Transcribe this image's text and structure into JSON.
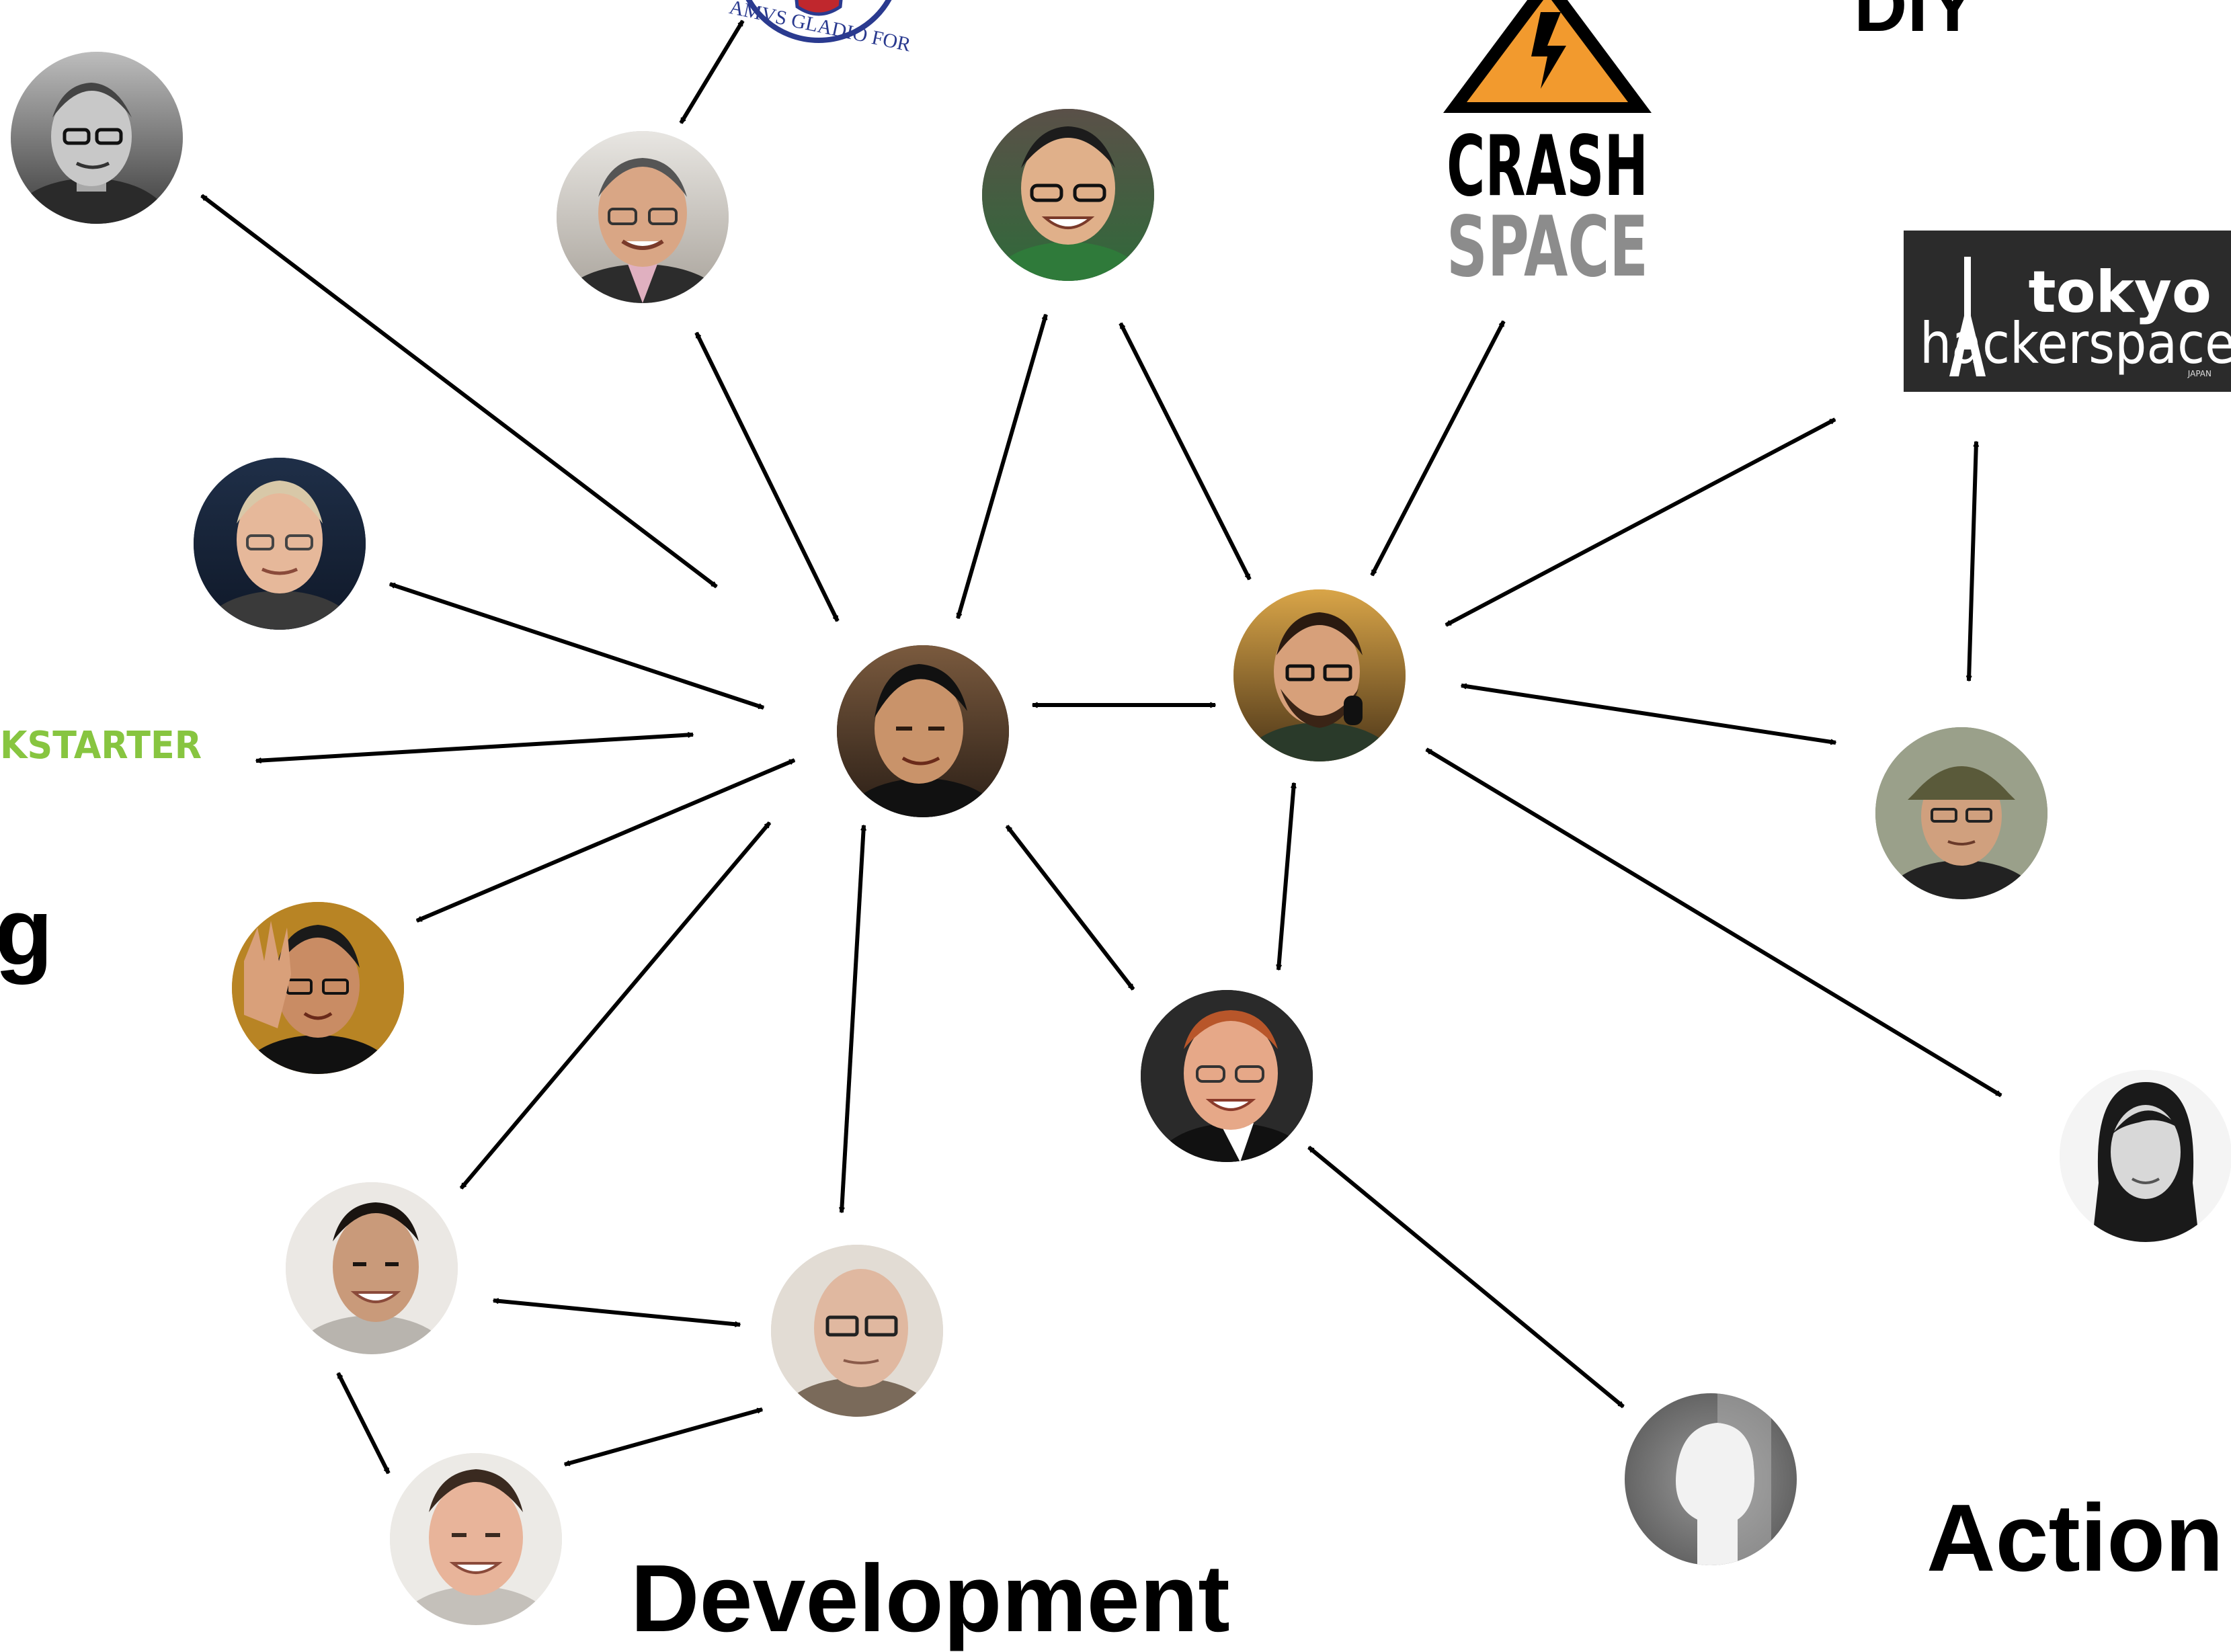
{
  "labels": {
    "diy": "DIY",
    "development": "Development",
    "action": "Action",
    "left_partial": "g"
  },
  "logos": {
    "crash_space": {
      "line1": "CRASH",
      "line2": "SPACE"
    },
    "tokyo_hackerspace": {
      "word1": "tokyo",
      "word2": "hackerspace",
      "word3": "JAPAN"
    },
    "kickstarter_fragment": "KSTARTER",
    "seal_fragment": "AMVS GLADIO FOR"
  },
  "colors": {
    "arrow": "#000000",
    "crash_orange": "#f29a2e",
    "crash_gray": "#8c8c8c",
    "kickstarter_green": "#87c540",
    "hackerspace_bg": "#2b2b2b",
    "seal_blue": "#2a3a8f",
    "seal_red": "#c0272d"
  },
  "nodes": [
    {
      "id": "p-topleft",
      "kind": "portrait",
      "style": "bw"
    },
    {
      "id": "p-topglasses",
      "kind": "portrait",
      "style": "color"
    },
    {
      "id": "p-topcenter",
      "kind": "portrait",
      "style": "color"
    },
    {
      "id": "p-leftmid",
      "kind": "portrait",
      "style": "color"
    },
    {
      "id": "p-hub",
      "kind": "portrait",
      "style": "color"
    },
    {
      "id": "p-secondhub",
      "kind": "portrait",
      "style": "color"
    },
    {
      "id": "p-capman",
      "kind": "portrait",
      "style": "color"
    },
    {
      "id": "p-handwave",
      "kind": "portrait",
      "style": "color"
    },
    {
      "id": "p-redhair",
      "kind": "portrait",
      "style": "color"
    },
    {
      "id": "p-woman",
      "kind": "portrait",
      "style": "bw"
    },
    {
      "id": "p-dev1",
      "kind": "portrait",
      "style": "color"
    },
    {
      "id": "p-dev2",
      "kind": "portrait",
      "style": "color"
    },
    {
      "id": "p-dev3",
      "kind": "portrait",
      "style": "color"
    },
    {
      "id": "p-placeholder",
      "kind": "silhouette",
      "style": "placeholder"
    }
  ]
}
